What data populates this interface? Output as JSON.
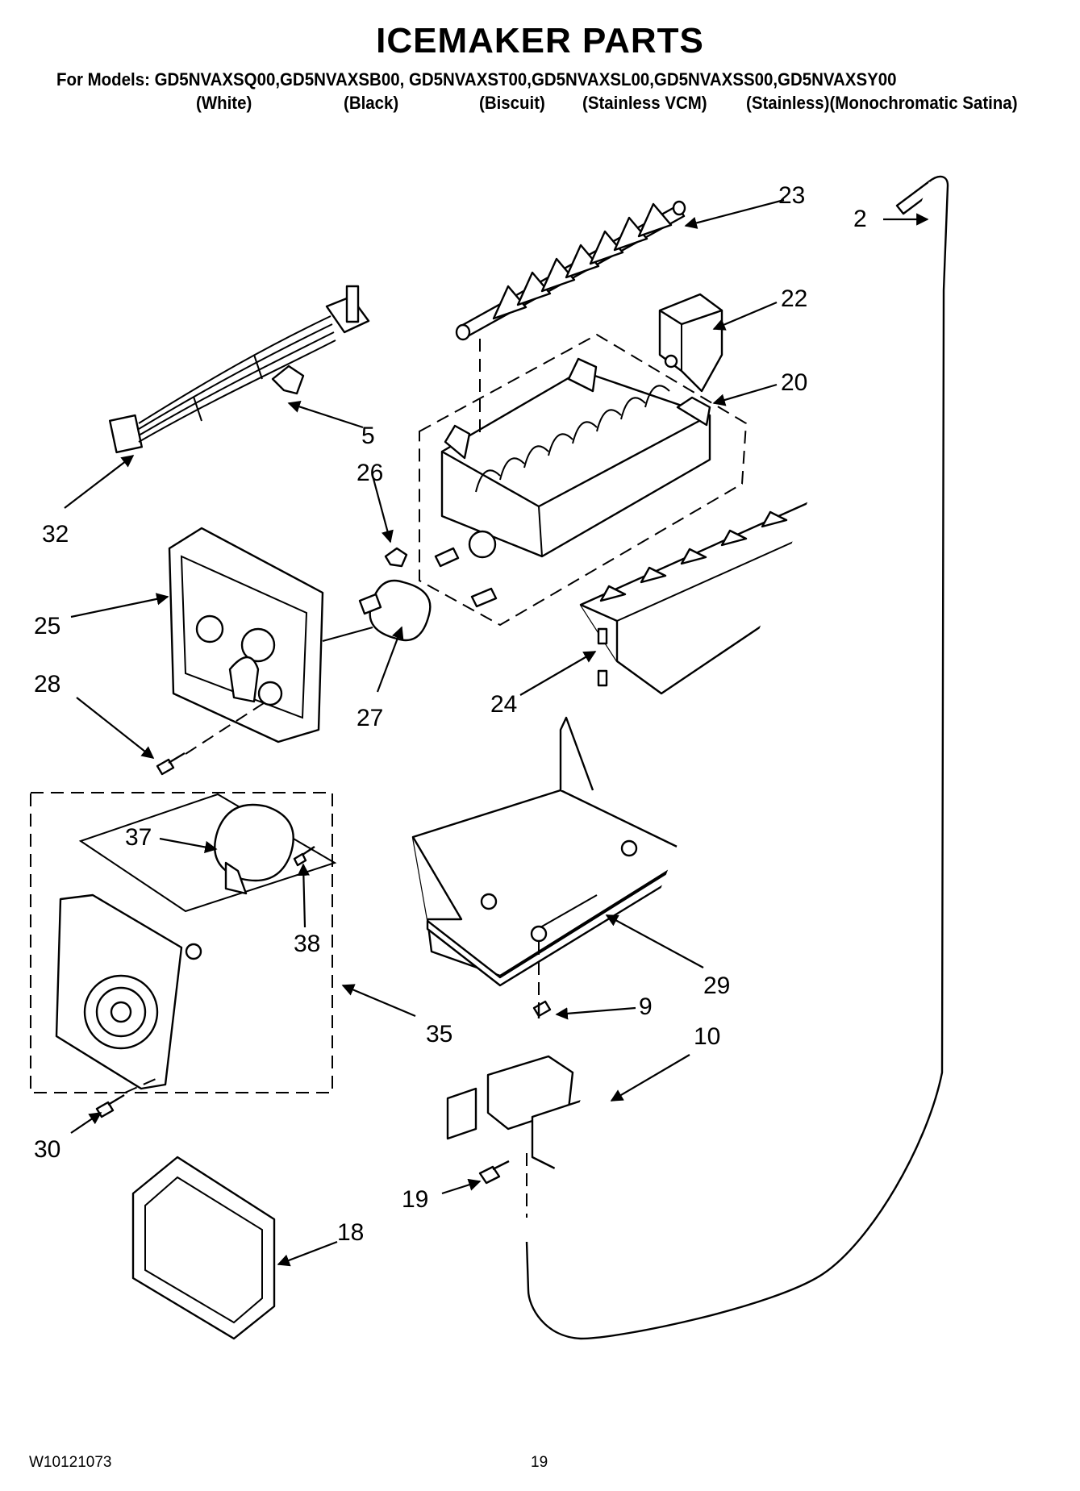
{
  "header": {
    "title": "ICEMAKER PARTS",
    "models_line": "For Models: GD5NVAXSQ00,GD5NVAXSB00, GD5NVAXST00,GD5NVAXSL00,GD5NVAXSS00,GD5NVAXSY00",
    "variants": [
      "(White)",
      "(Black)",
      "(Biscuit)",
      "(Stainless VCM)",
      "(Stainless)(Monochromatic Satina)"
    ]
  },
  "callouts": {
    "c2": "2",
    "c5": "5",
    "c9": "9",
    "c10": "10",
    "c18": "18",
    "c19": "19",
    "c20": "20",
    "c22": "22",
    "c23": "23",
    "c24": "24",
    "c25": "25",
    "c26": "26",
    "c27": "27",
    "c28": "28",
    "c29": "29",
    "c30": "30",
    "c32": "32",
    "c35": "35",
    "c37": "37",
    "c38": "38"
  },
  "footer": {
    "document_number": "W10121073",
    "page_number": "19"
  }
}
